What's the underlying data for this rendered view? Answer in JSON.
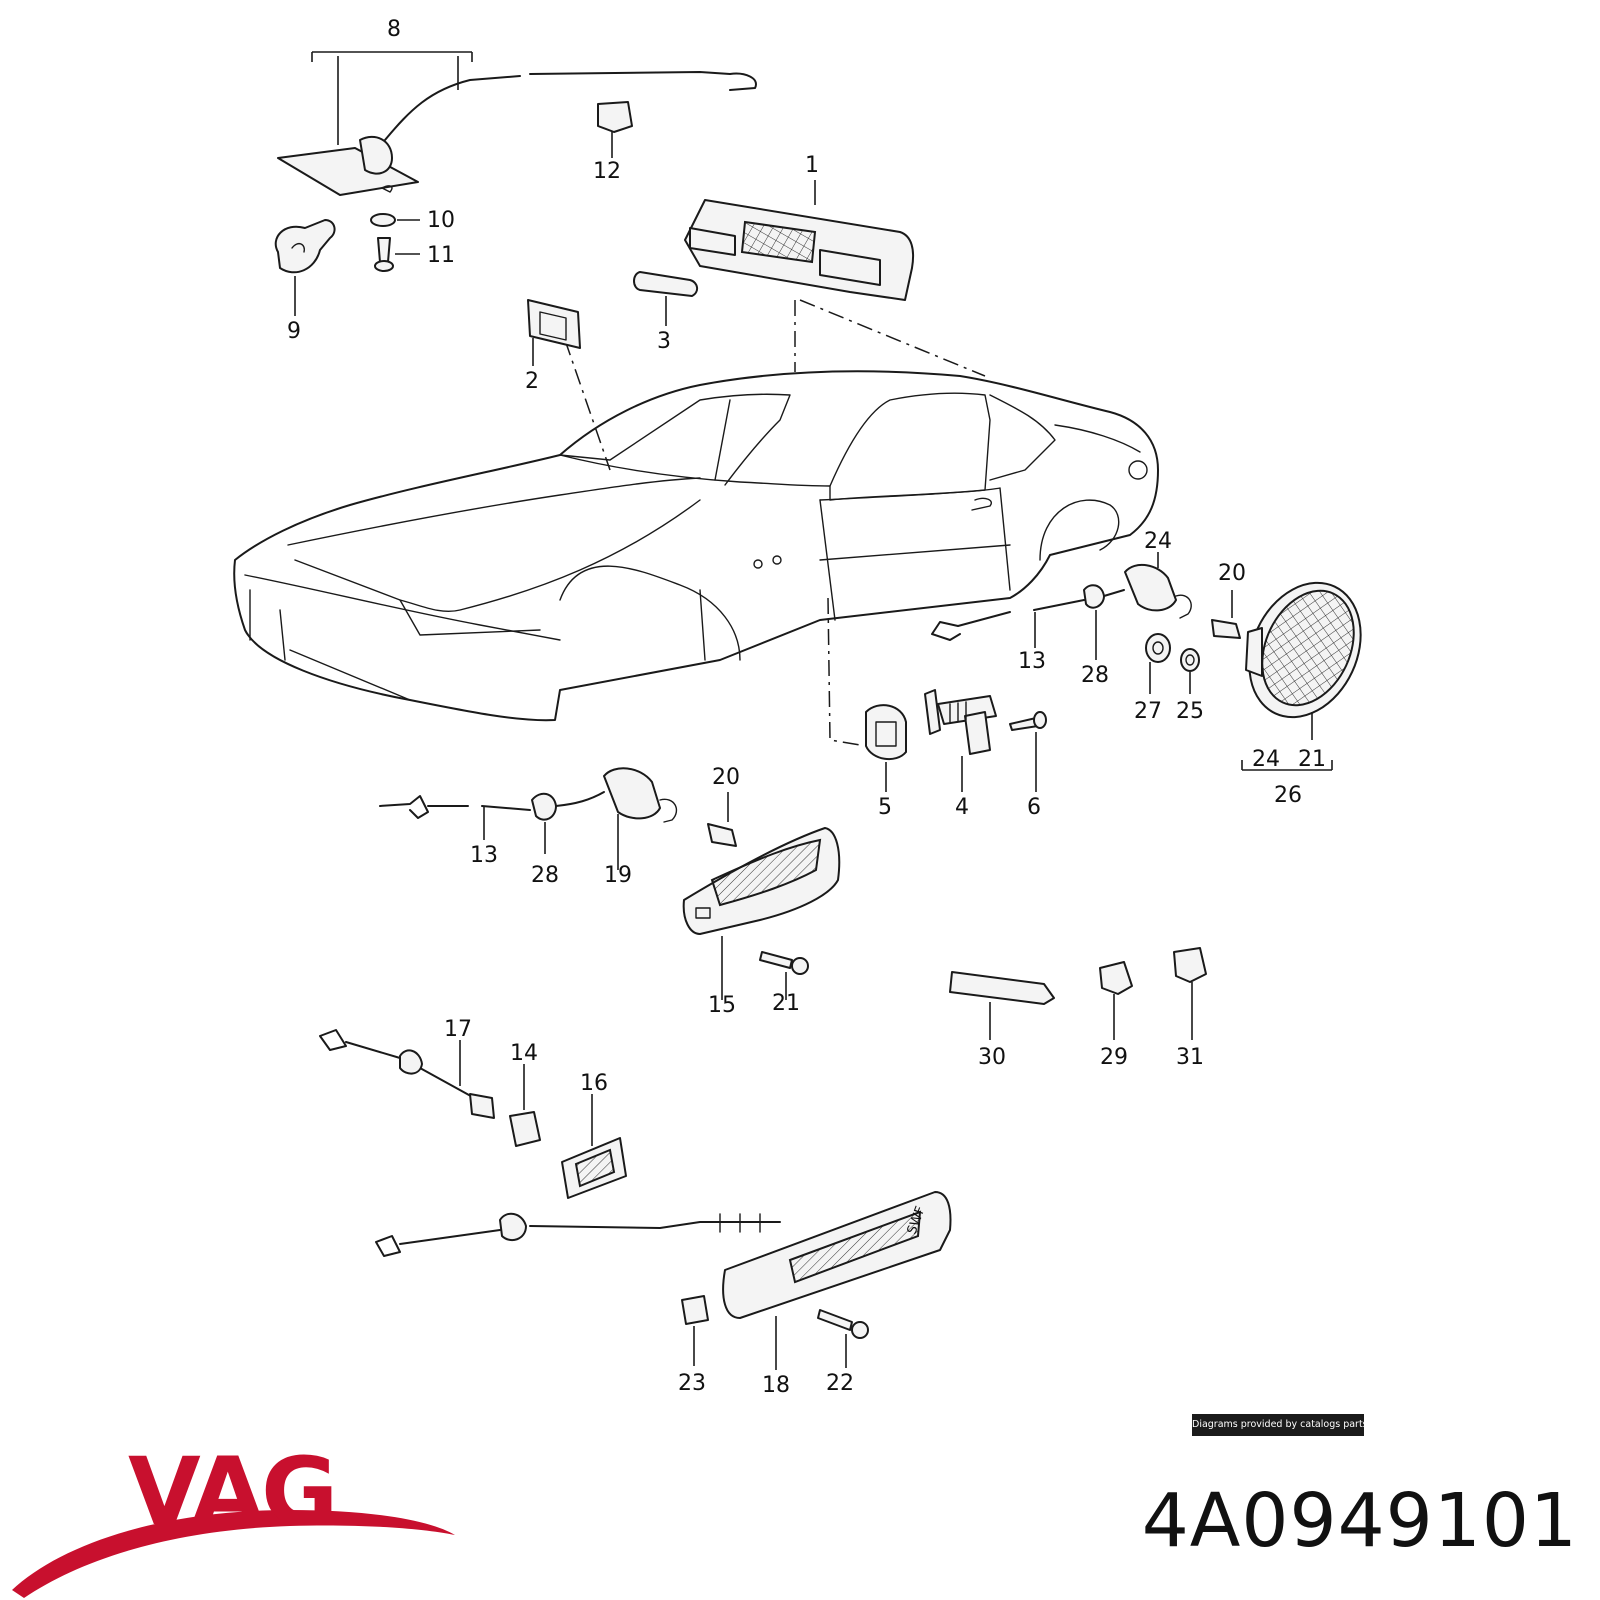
{
  "diagram": {
    "labels": [
      {
        "id": "8",
        "text": "8"
      },
      {
        "id": "12",
        "text": "12"
      },
      {
        "id": "1",
        "text": "1"
      },
      {
        "id": "10",
        "text": "10"
      },
      {
        "id": "11",
        "text": "11"
      },
      {
        "id": "9",
        "text": "9"
      },
      {
        "id": "3",
        "text": "3"
      },
      {
        "id": "2",
        "text": "2"
      },
      {
        "id": "24a",
        "text": "24"
      },
      {
        "id": "20a",
        "text": "20"
      },
      {
        "id": "13a",
        "text": "13"
      },
      {
        "id": "28a",
        "text": "28"
      },
      {
        "id": "27",
        "text": "27"
      },
      {
        "id": "25",
        "text": "25"
      },
      {
        "id": "21a",
        "text": "21"
      },
      {
        "id": "24b",
        "text": "24"
      },
      {
        "id": "26",
        "text": "26"
      },
      {
        "id": "5",
        "text": "5"
      },
      {
        "id": "4",
        "text": "4"
      },
      {
        "id": "6",
        "text": "6"
      },
      {
        "id": "20b",
        "text": "20"
      },
      {
        "id": "13b",
        "text": "13"
      },
      {
        "id": "28b",
        "text": "28"
      },
      {
        "id": "19",
        "text": "19"
      },
      {
        "id": "15",
        "text": "15"
      },
      {
        "id": "21b",
        "text": "21"
      },
      {
        "id": "30",
        "text": "30"
      },
      {
        "id": "29",
        "text": "29"
      },
      {
        "id": "31",
        "text": "31"
      },
      {
        "id": "17",
        "text": "17"
      },
      {
        "id": "14",
        "text": "14"
      },
      {
        "id": "16",
        "text": "16"
      },
      {
        "id": "23",
        "text": "23"
      },
      {
        "id": "18",
        "text": "18"
      },
      {
        "id": "22",
        "text": "22"
      }
    ],
    "lens_marking": "SWF"
  },
  "credit": "Diagrams provided by catalogs parts",
  "brand": {
    "name": "VAG",
    "color": "#c8102e"
  },
  "part_number": "4A0949101"
}
